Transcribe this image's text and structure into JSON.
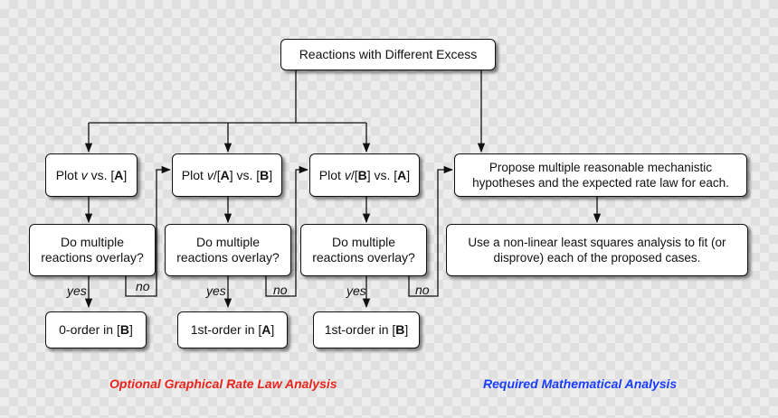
{
  "nodes": {
    "top": "Reactions with Different Excess",
    "c1": {
      "plot": {
        "pre": "Plot ",
        "v": "v",
        "mid": " vs. [",
        "bold": "A",
        "post": "]"
      },
      "question": {
        "line1": "Do multiple",
        "line2": "reactions overlay?"
      },
      "yes": "yes",
      "no": "no",
      "result": {
        "pre": "0-order in [",
        "bold": "B",
        "post": "]"
      }
    },
    "c2": {
      "plot": {
        "pre": "Plot ",
        "v": "v",
        "mid1": "/[",
        "bold1": "A",
        "mid2": "] vs. [",
        "bold2": "B",
        "post": "]"
      },
      "question": {
        "line1": "Do multiple",
        "line2": "reactions overlay?"
      },
      "yes": "yes",
      "no": "no",
      "result": {
        "pre": "1st-order in [",
        "bold": "A",
        "post": "]"
      }
    },
    "c3": {
      "plot": {
        "pre": "Plot ",
        "v": "v",
        "mid1": "/[",
        "bold1": "B",
        "mid2": "] vs. [",
        "bold2": "A",
        "post": "]"
      },
      "question": {
        "line1": "Do multiple",
        "line2": "reactions overlay?"
      },
      "yes": "yes",
      "no": "no",
      "result": {
        "pre": "1st-order in [",
        "bold": "B",
        "post": "]"
      }
    },
    "c4": {
      "propose": {
        "line1": "Propose multiple reasonable mechanistic",
        "line2": "hypotheses and the expected rate law for each."
      },
      "fit": {
        "line1": "Use a non-linear least squares analysis to fit (or",
        "line2": "disprove) each of the proposed cases."
      }
    }
  },
  "footers": {
    "left": "Optional Graphical Rate Law Analysis",
    "right": "Required Mathematical Analysis"
  },
  "colors": {
    "footer_left": "#e8231c",
    "footer_right": "#1a3cff",
    "line": "#111111"
  }
}
